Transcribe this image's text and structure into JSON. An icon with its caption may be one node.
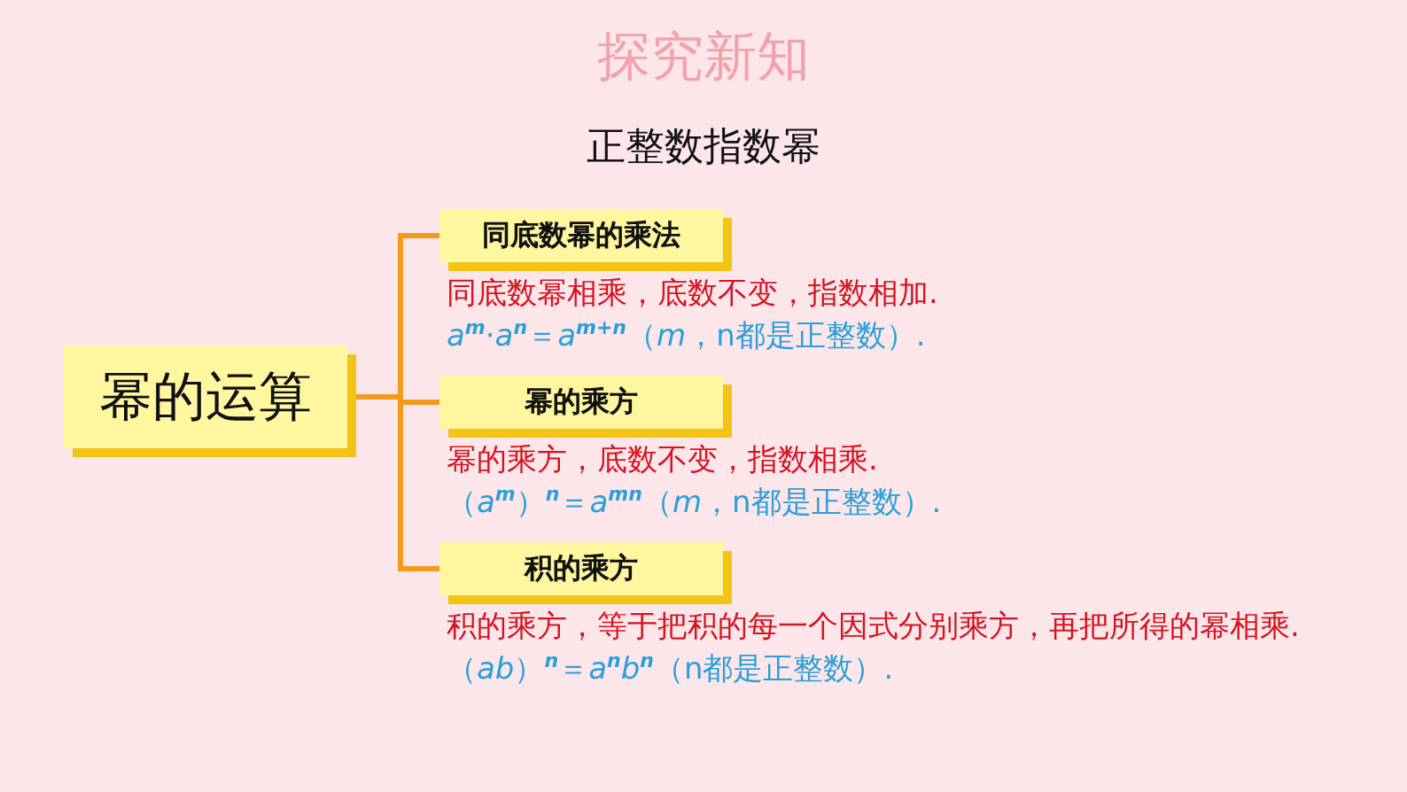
{
  "diagram": {
    "title": "探究新知",
    "nodes": [
      {
        "text": [
          "幂的运算"
        ]
      },
      {
        "text": [
          "同底数幂的乘法"
        ],
        "beside": [
          "同底数幂相乘，底数不变，指数相加.",
          "*a*$^{m}$·*a*$^{n}$＝*a*$^{m+n}$（*m*，n都是正整数）."
        ]
      },
      {
        "text": [
          "幂的乘方"
        ],
        "beside": [
          "幂的乘方，底数不变，指数相乘.",
          "（*a*$^{m}$）$^{n}$＝*a*$^{mn}$（*m*，n都是正整数）."
        ]
      },
      {
        "text": [
          "积的乘方"
        ],
        "beside": [
          "积的乘方，等于把积的每一个因式分别乘方，再把所得的幂相乘.",
          "（*ab*）$^{n}$＝*a*$^{n}$*b*$^{n}$（n都是正整数）."
        ]
      }
    ],
    "edges": [
      {
        "from": 0,
        "to": 1,
        "arrow": "none"
      },
      {
        "from": 0,
        "to": 2,
        "arrow": "none"
      },
      {
        "from": 0,
        "to": 3,
        "arrow": "none"
      }
    ],
    "labels": [
      "正整数指数幂"
    ]
  }
}
